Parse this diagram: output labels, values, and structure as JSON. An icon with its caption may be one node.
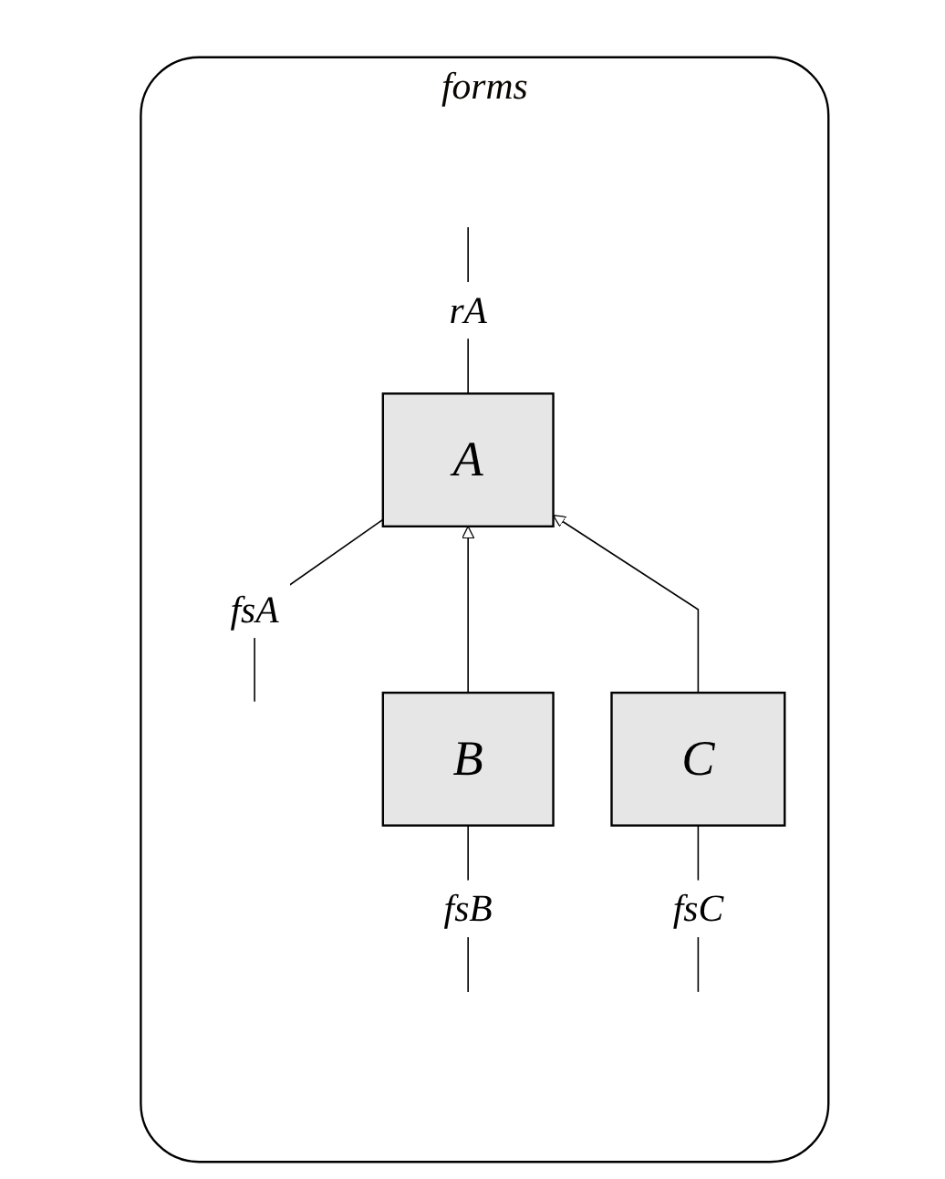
{
  "diagram": {
    "nodes": [
      {
        "text": [
          "forms"
        ]
      },
      {
        "text": [
          "A"
        ],
        "in": 0
      },
      {
        "text": [
          "B"
        ],
        "in": 0
      },
      {
        "text": [
          "C"
        ],
        "in": 0
      }
    ],
    "edges": [
      {
        "from": null,
        "to": 1,
        "arrow": "none",
        "label": "rA"
      },
      {
        "from": null,
        "to": 1,
        "arrow": "none",
        "label": "fsA"
      },
      {
        "from": 2,
        "to": 1,
        "arrow": "to"
      },
      {
        "from": 3,
        "to": 1,
        "arrow": "to"
      },
      {
        "from": null,
        "to": 2,
        "arrow": "none",
        "label": "fsB"
      },
      {
        "from": null,
        "to": 3,
        "arrow": "none",
        "label": "fsC"
      }
    ]
  }
}
